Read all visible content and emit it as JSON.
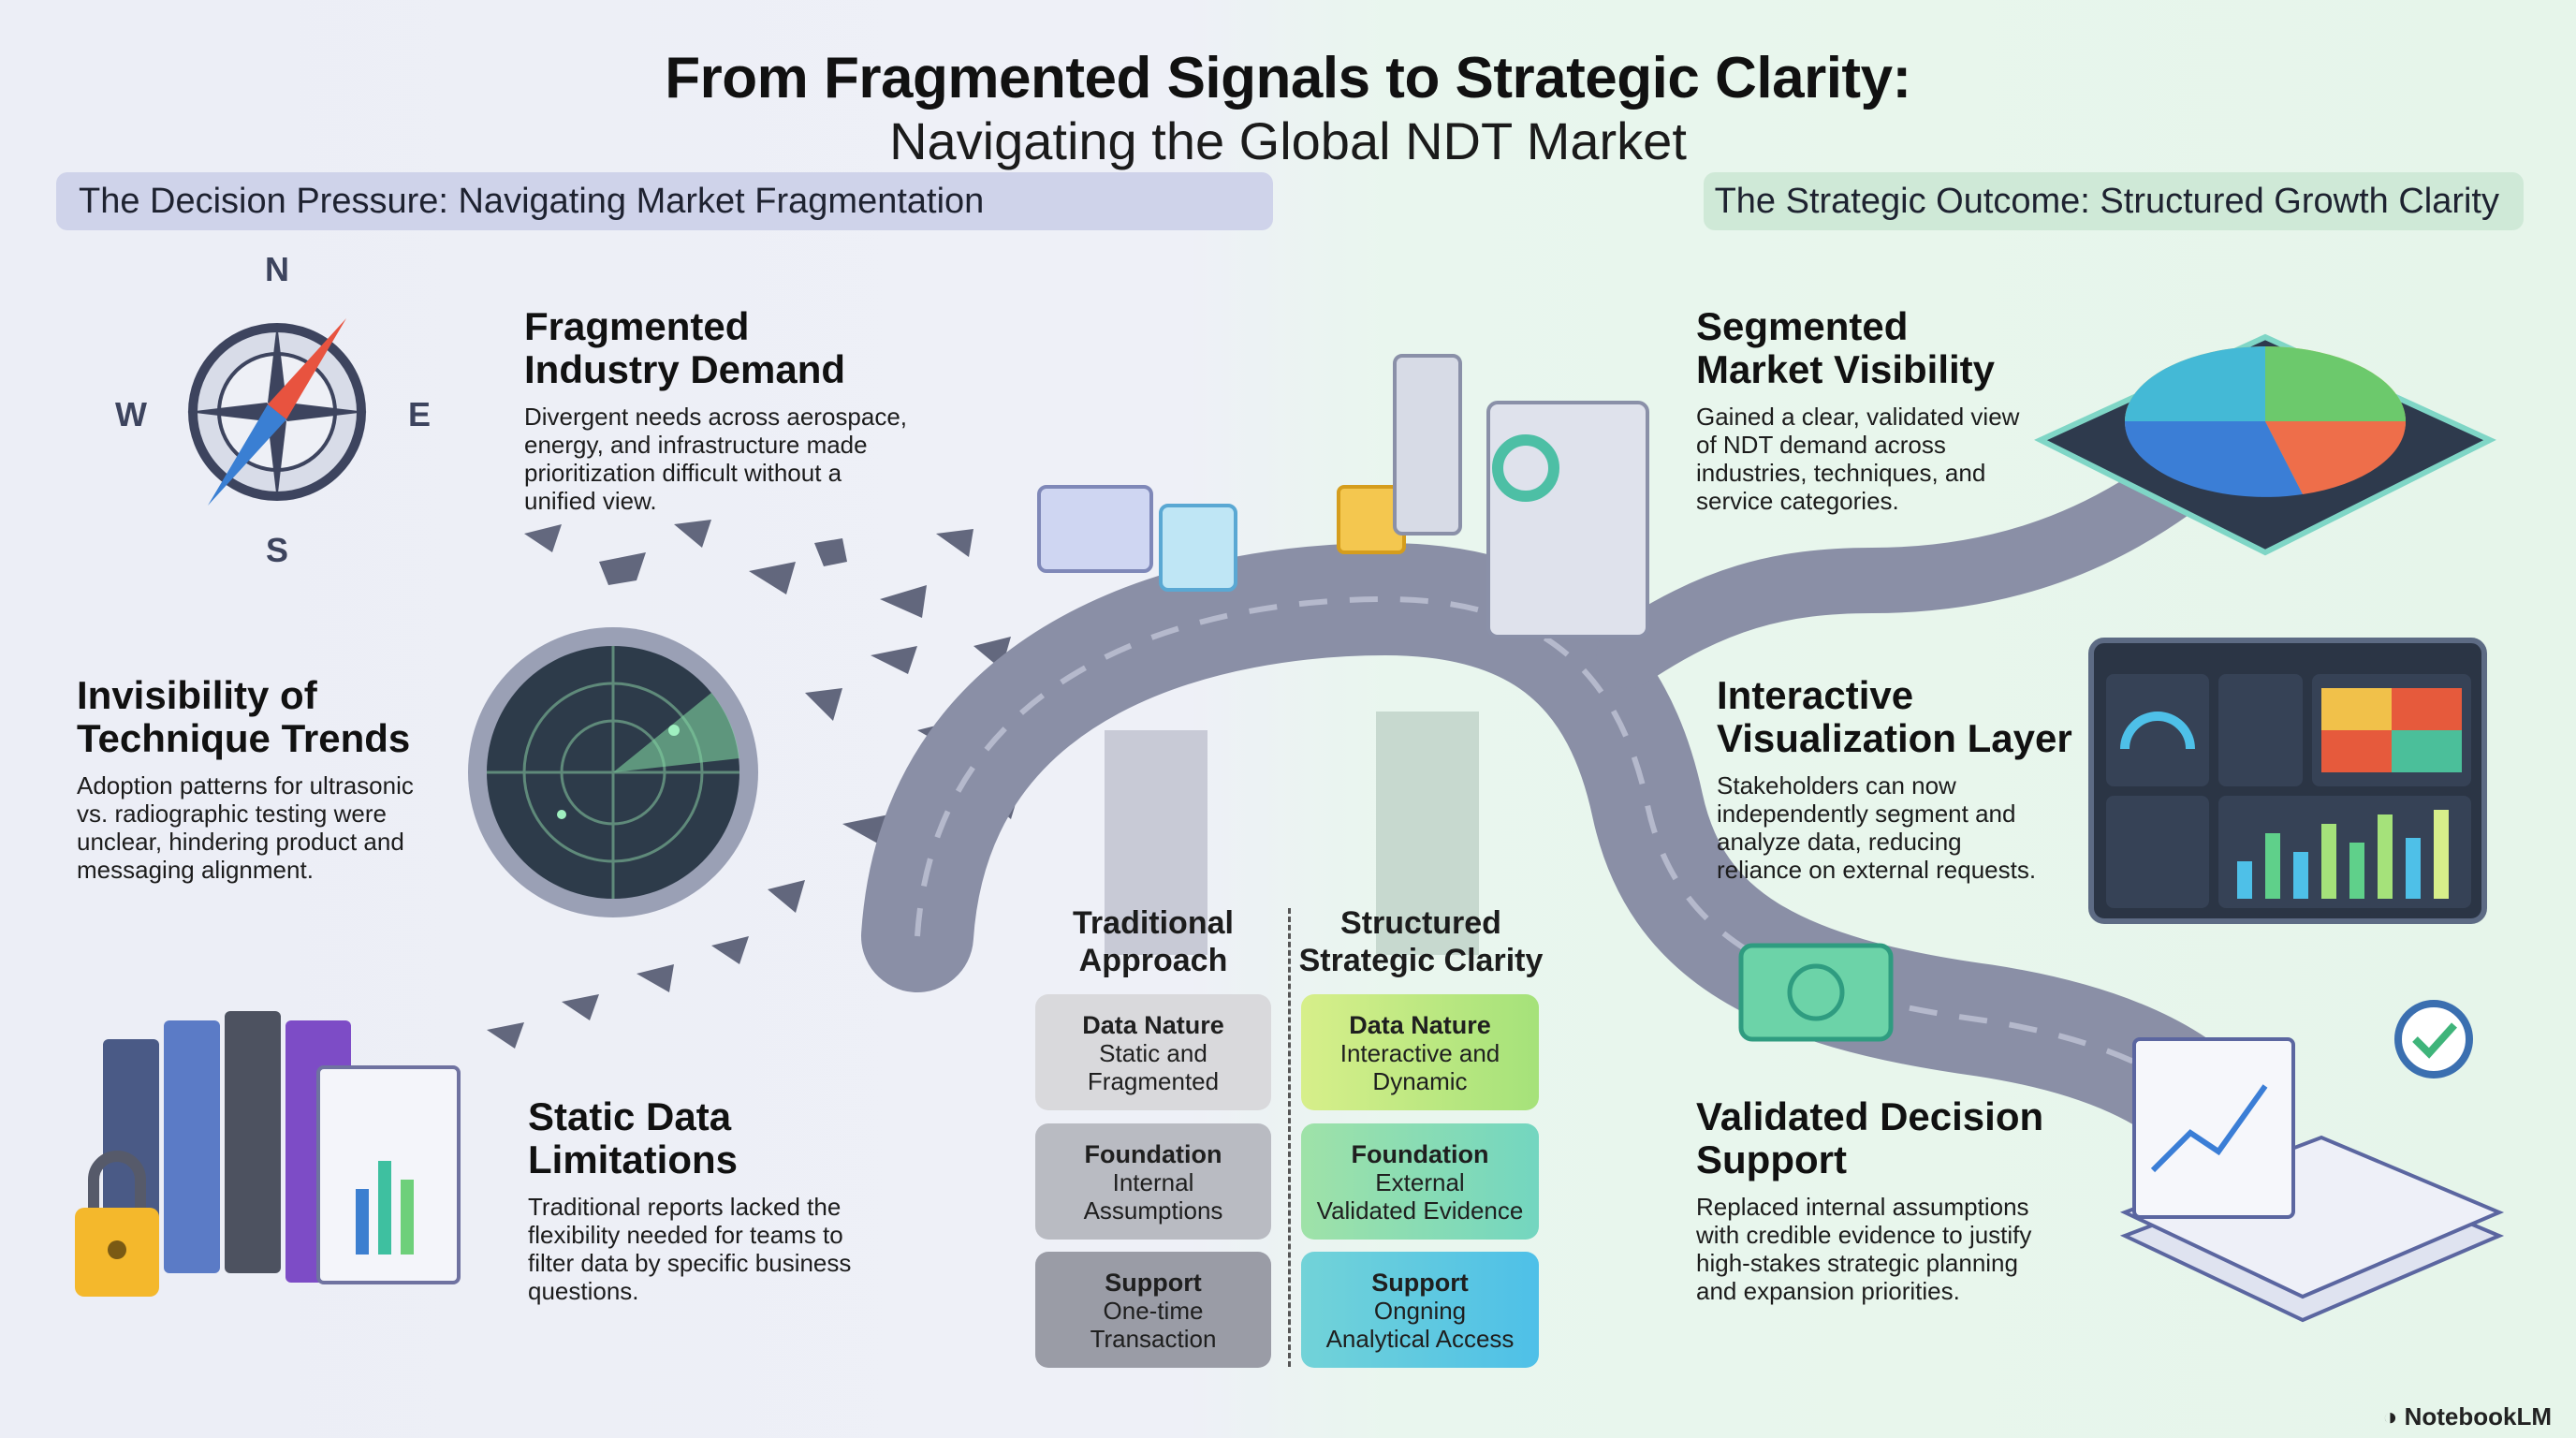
{
  "header": {
    "title": "From Fragmented Signals to Strategic Clarity:",
    "subtitle": "Navigating the Global NDT Market"
  },
  "left_banner": "The Decision Pressure: Navigating Market Fragmentation",
  "right_banner": "The Strategic Outcome: Structured Growth Clarity",
  "compass": {
    "n": "N",
    "e": "E",
    "s": "S",
    "w": "W"
  },
  "left_items": [
    {
      "title_line1": "Fragmented",
      "title_line2": "Industry Demand",
      "desc": [
        "Divergent needs across aerospace,",
        "energy, and infrastructure made",
        "prioritization difficult without a",
        "unified view."
      ]
    },
    {
      "title_line1": "Invisibility of",
      "title_line2": "Technique Trends",
      "desc": [
        "Adoption patterns for ultrasonic",
        "vs. radiographic testing were",
        "unclear, hindering product and",
        "messaging alignment."
      ]
    },
    {
      "title_line1": "Static Data",
      "title_line2": "Limitations",
      "desc": [
        "Traditional reports lacked the",
        "flexibility needed for teams to",
        "filter data by specific business",
        "questions."
      ]
    }
  ],
  "right_items": [
    {
      "title_line1": "Segmented",
      "title_line2": "Market Visibility",
      "desc": [
        "Gained a clear, validated view",
        "of NDT demand across",
        "industries, techniques, and",
        "service categories."
      ]
    },
    {
      "title_line1": "Interactive",
      "title_line2": "Visualization Layer",
      "desc": [
        "Stakeholders can now",
        "independently segment and",
        "analyze data, reducing",
        "reliance on external requests."
      ]
    },
    {
      "title_line1": "Validated Decision",
      "title_line2": "Support",
      "desc": [
        "Replaced internal assumptions",
        "with credible evidence to justify",
        "high-stakes strategic planning",
        "and expansion priorities."
      ]
    }
  ],
  "comparison": {
    "traditional": {
      "head_line1": "Traditional",
      "head_line2": "Approach",
      "cards": [
        {
          "label": "Data Nature",
          "line1": "Static and",
          "line2": "Fragmented"
        },
        {
          "label": "Foundation",
          "line1": "Internal",
          "line2": "Assumptions"
        },
        {
          "label": "Support",
          "line1": "One-time",
          "line2": "Transaction"
        }
      ]
    },
    "structured": {
      "head_line1": "Structured",
      "head_line2": "Strategic Clarity",
      "cards": [
        {
          "label": "Data Nature",
          "line1": "Interactive and",
          "line2": "Dynamic"
        },
        {
          "label": "Foundation",
          "line1": "External",
          "line2": "Validated Evidence"
        },
        {
          "label": "Support",
          "line1": "Ongning",
          "line2": "Analytical Access"
        }
      ]
    }
  },
  "brand": "NotebookLM",
  "colors": {
    "left_bg": "#eceef6",
    "right_bg": "#e6f5ea",
    "left_banner": "#cfd3ea",
    "right_banner": "#cfe9d7",
    "road": "#8a8fa6"
  }
}
